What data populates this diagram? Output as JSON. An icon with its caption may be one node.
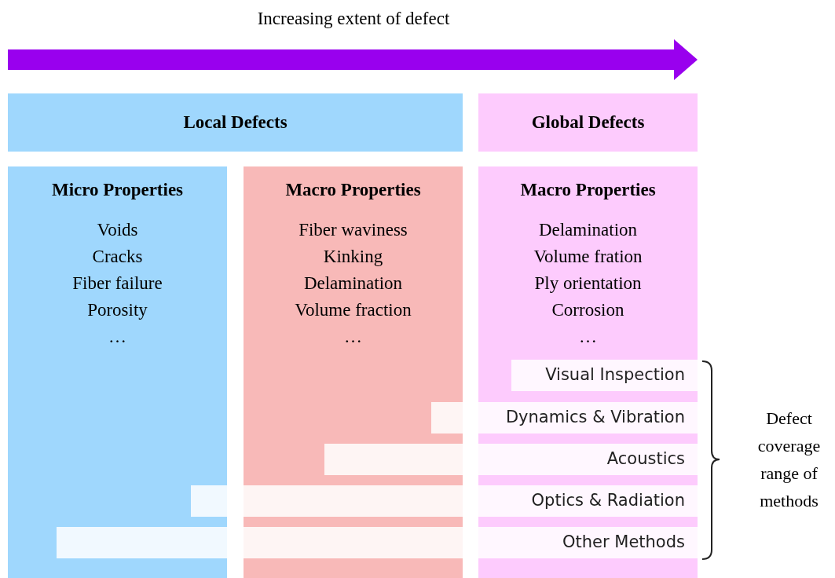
{
  "diagram": {
    "nodes": [
      {
        "text": [
          "Local Defects"
        ]
      },
      {
        "text": [
          "Global Defects"
        ]
      },
      {
        "text": [
          "Micro Properties",
          "Voids",
          "Cracks",
          "Fiber failure",
          "Porosity",
          "…"
        ]
      },
      {
        "text": [
          "Macro Properties",
          "Fiber waviness",
          "Kinking",
          "Delamination",
          "Volume fraction",
          "…"
        ]
      },
      {
        "text": [
          "Macro Properties",
          "Delamination",
          "Volume fration",
          "Ply orientation",
          "Corrosion",
          "…"
        ]
      },
      {
        "text": [
          "Visual Inspection"
        ],
        "in": 4
      },
      {
        "text": [
          "Dynamics & Vibration"
        ]
      },
      {
        "text": [
          "Acoustics"
        ]
      },
      {
        "text": [
          "Optics & Radiation"
        ]
      },
      {
        "text": [
          "Other Methods"
        ]
      },
      {
        "text": [
          "Defect coverage range of methods"
        ]
      }
    ],
    "labels": [
      "Increasing extent of defect"
    ]
  }
}
